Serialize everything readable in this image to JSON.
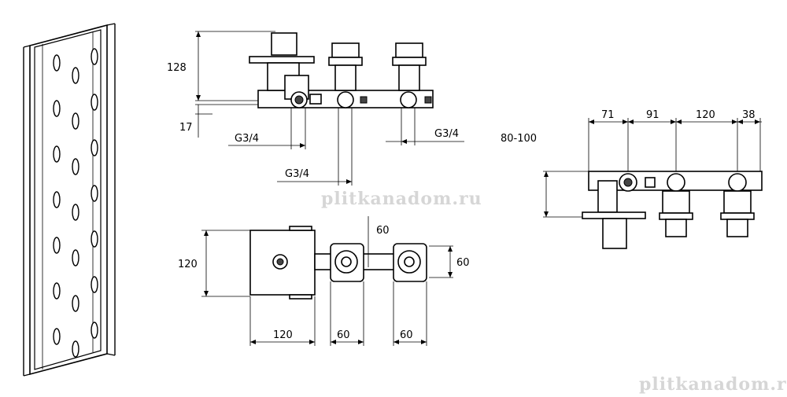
{
  "dimensions": {
    "side_height_top": "128",
    "side_height_bottom": "17",
    "inlet_left": "G3/4",
    "inlet_right": "G3/4",
    "inlet_center": "G3/4",
    "top_spacing": "60",
    "top_height": "120",
    "top_depth": "60",
    "top_width_main": "120",
    "top_width_mid": "60",
    "top_width_right": "60",
    "rear_range": "80-100",
    "rear_spacing_1": "71",
    "rear_spacing_2": "91",
    "rear_spacing_3": "120",
    "rear_spacing_4": "38"
  },
  "watermarks": {
    "center": "plitkanadom.ru",
    "bottom_right": "plitkanadom.ru"
  }
}
